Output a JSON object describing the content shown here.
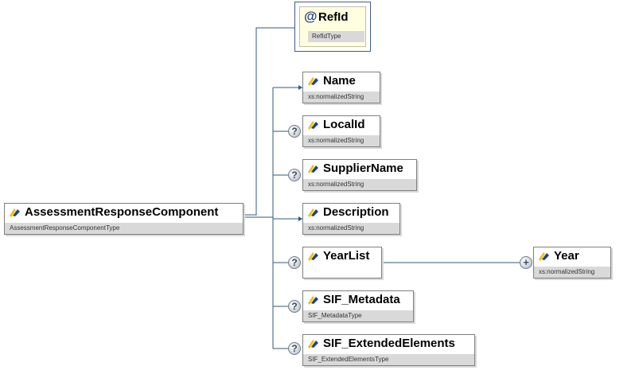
{
  "root": {
    "name": "AssessmentResponseComponent",
    "type": "AssessmentResponseComponentType",
    "icon": "element-icon"
  },
  "attribute": {
    "symbol": "@",
    "name": "RefId",
    "type": "RefIdType"
  },
  "elements": [
    {
      "name": "Name",
      "type": "xs:normalizedString",
      "optional": false
    },
    {
      "name": "LocalId",
      "type": "xs:normalizedString",
      "optional": true
    },
    {
      "name": "SupplierName",
      "type": "xs:normalizedString",
      "optional": true
    },
    {
      "name": "Description",
      "type": "xs:normalizedString",
      "optional": false
    },
    {
      "name": "YearList",
      "type": "",
      "optional": true
    },
    {
      "name": "SIF_Metadata",
      "type": "SIF_MetadataType",
      "optional": true
    },
    {
      "name": "SIF_ExtendedElements",
      "type": "SIF_ExtendedElementsType",
      "optional": true
    }
  ],
  "child": {
    "name": "Year",
    "type": "xs:normalizedString"
  },
  "symbols": {
    "optional": "?",
    "expand": "+"
  },
  "colors": {
    "connector": "#2f5a7f",
    "icon_yellow": "#f2c200",
    "icon_blue": "#1f3f8f",
    "type_bar": "#d9d9d9"
  }
}
